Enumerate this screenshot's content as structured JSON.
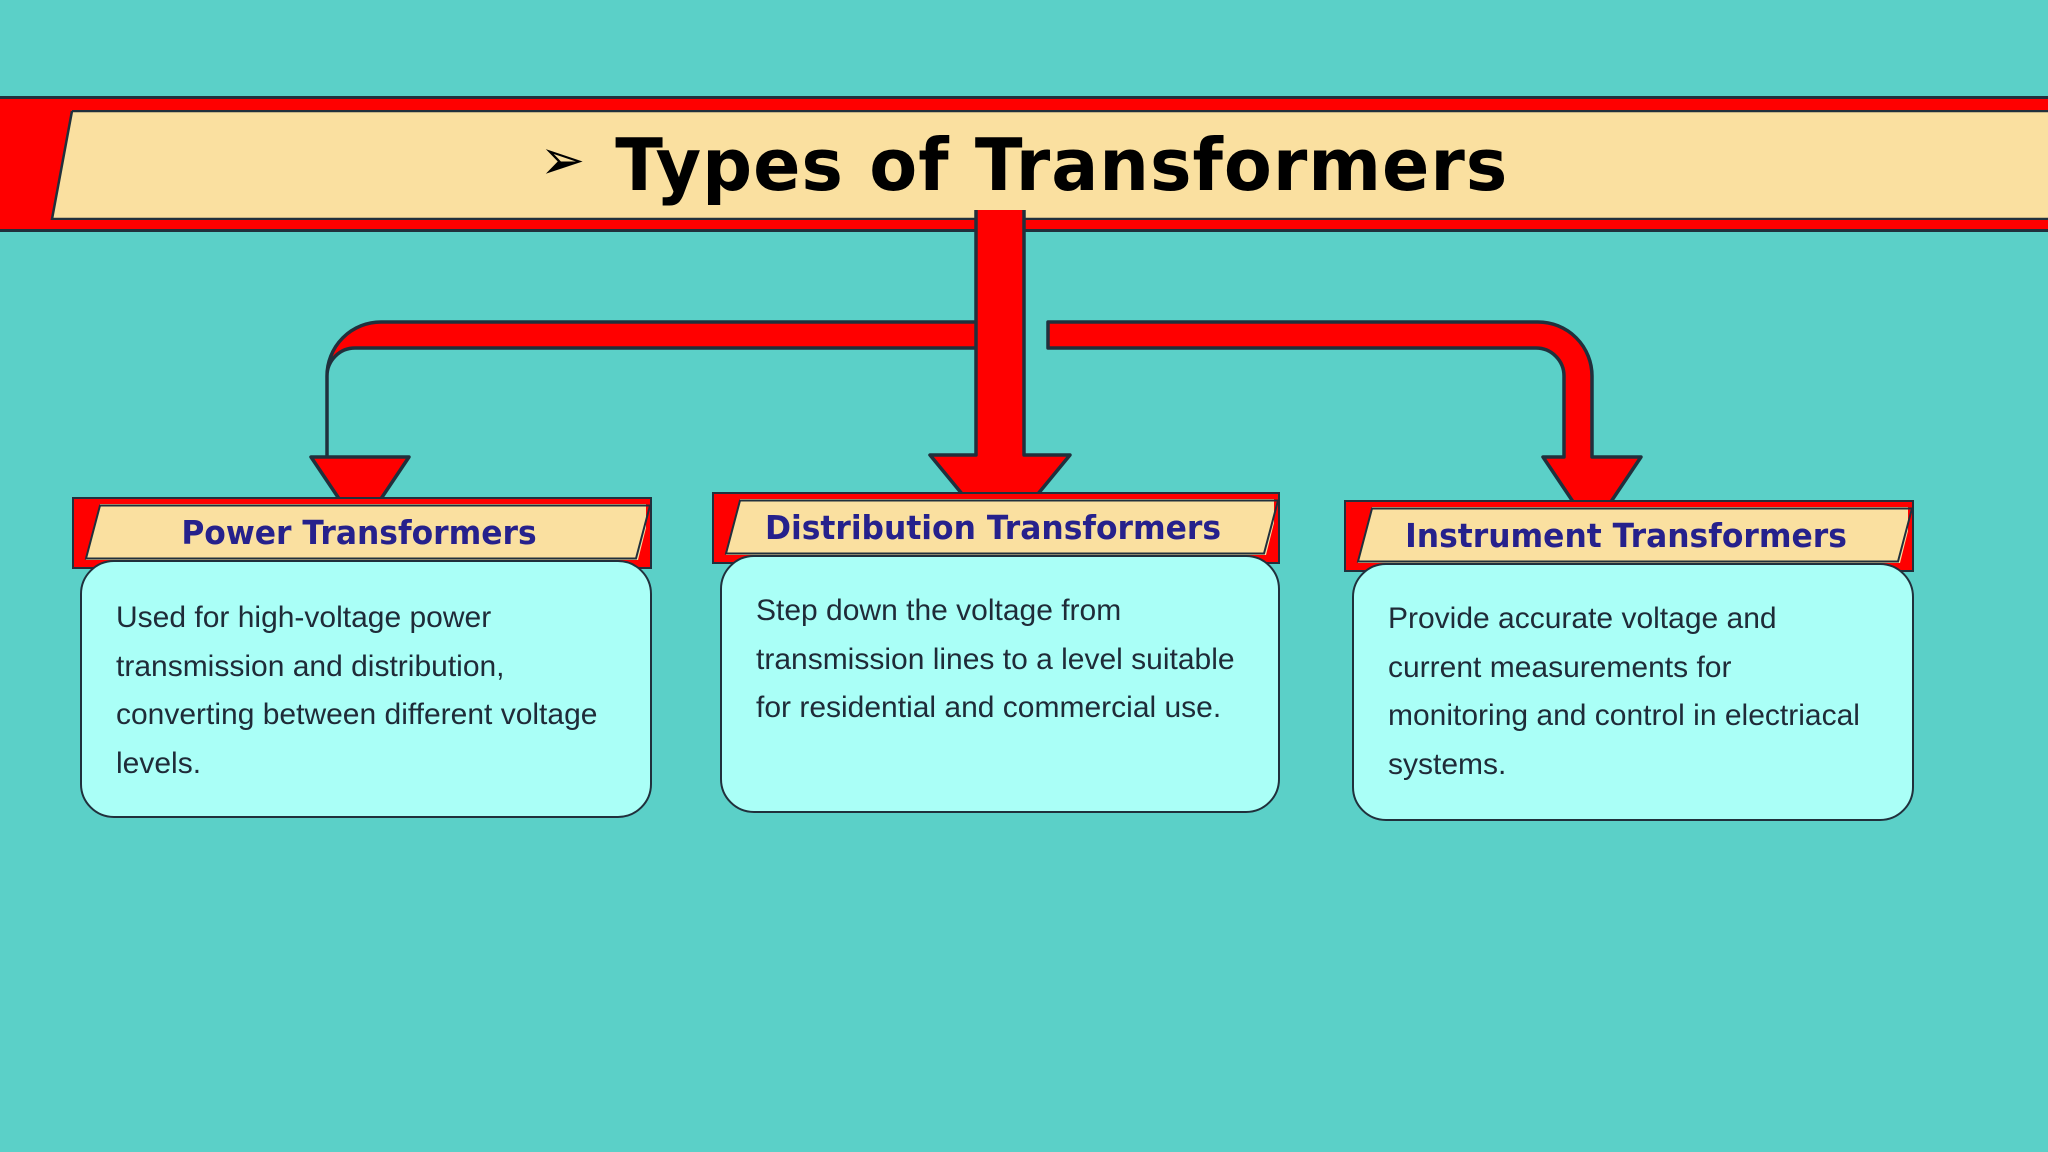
{
  "slide": {
    "background_color": "#5BD0C8",
    "accent_red": "#FF0000",
    "accent_cream": "#FAE0A0",
    "accent_navy": "#26218C",
    "card_fill": "#AAFFF7",
    "outline_color": "#20303C"
  },
  "title": {
    "bullet_icon": "➢",
    "text": "Types of Transformers"
  },
  "connectors": {
    "style": "elbow-arrows",
    "count": 3,
    "color": "#FF0000",
    "stroke": "#20303C"
  },
  "cards": [
    {
      "header": "Power Transformers",
      "body": "Used for high-voltage power transmission and distribution, converting between different voltage levels."
    },
    {
      "header": "Distribution Transformers",
      "body": "Step down the voltage from transmission lines to a level suitable for residential and commercial use."
    },
    {
      "header": "Instrument Transformers",
      "body": "Provide accurate voltage and current measurements for monitoring and control in electriacal systems."
    }
  ]
}
